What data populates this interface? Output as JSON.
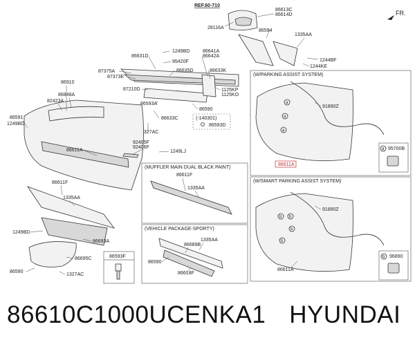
{
  "footer": {
    "part_number": "86610C1000UCENKA1",
    "brand": "HYUNDAI"
  },
  "header": {
    "ref": "REF.60-710",
    "fr": "FR."
  },
  "boxes": {
    "parking": "(W/PARKING ASSIST SYSTEM)",
    "smart": "(W/SMART PARKING ASSIST SYSTEM)",
    "muffler": "(MUFFLER MAIN DUAL BLACK PAINT)",
    "sporty": "(VEHICLE PACKAGE-SPORTY)",
    "date": "(-140301)"
  },
  "labels": {
    "l28116A": "28116A",
    "l86613C": "86613C",
    "l86614D": "86614D",
    "l86594": "86594",
    "l1335AA_top": "1335AA",
    "l1244BF": "1244BF",
    "l1244KE": "1244KE",
    "l86631D": "86631D",
    "l1249BD_top": "1249BD",
    "l95420F": "95420F",
    "l86635D": "86635D",
    "l87375A": "87375A",
    "l87373E": "87373E",
    "l87210D": "87210D",
    "l86641A": "86641A",
    "l86642A": "86642A",
    "l86633K": "86633K",
    "l1125KP": "1125KP",
    "l1125KO": "1125KO",
    "l86590_mid": "86590",
    "l86593A": "86593A",
    "l86633C": "86633C",
    "l1327AC_mid": "1327AC",
    "l86593D": "86593D",
    "l86910": "86910",
    "l86848A": "86848A",
    "l82423A": "82423A",
    "l86591": "86591",
    "l1249BD_left": "1249BD",
    "l86611A_main": "86611A",
    "l92405F": "92405F",
    "l92406F": "92406F",
    "l1249LJ": "1249LJ",
    "l86611F_left": "86611F",
    "l1335AA_left": "1335AA",
    "l1249BD_low": "1249BD",
    "l86693A": "86693A",
    "l86695C": "86695C",
    "l86590_low": "86590",
    "l1327AC_low": "1327AC",
    "l86593F": "86593F",
    "l86611F_muffler": "86611F",
    "l1335AA_muffler": "1335AA",
    "l86689B": "86689B",
    "l1335AA_sporty": "1335AA",
    "l86590_sporty": "86590",
    "l86618F": "86618F",
    "l91890Z_a": "91890Z",
    "l86611A_parking": "86611A",
    "l95700B": "95700B",
    "l91890Z_b": "91890Z",
    "l86611A_smart": "86611A",
    "l96890": "96890"
  },
  "callouts": {
    "a": "a",
    "b": "b"
  }
}
